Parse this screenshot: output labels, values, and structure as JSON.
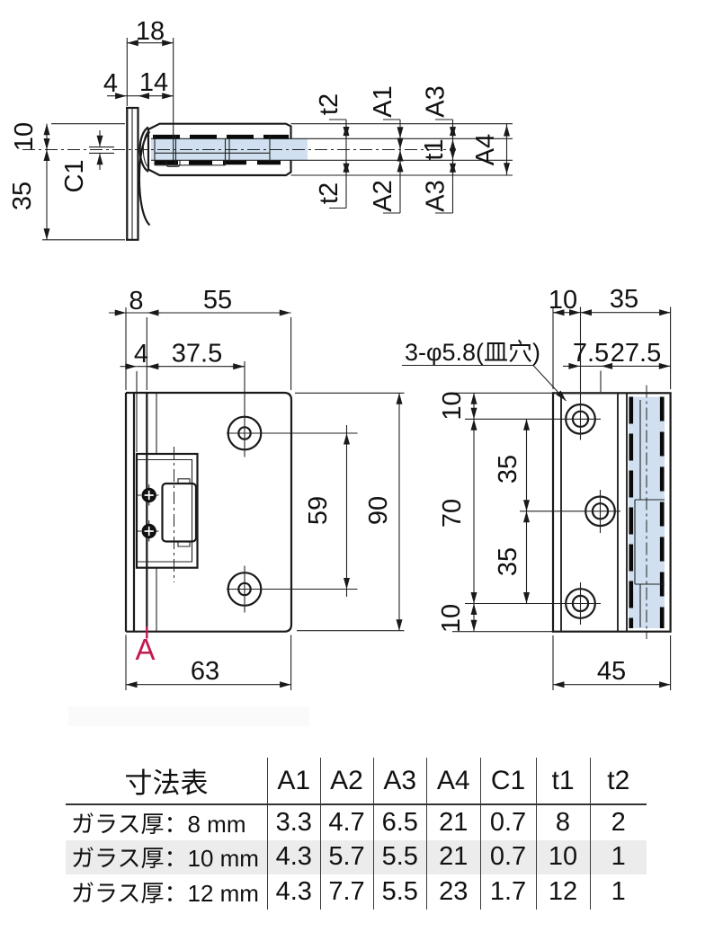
{
  "colors": {
    "line": "#1a1a1a",
    "glass": "#d0e0f0",
    "accent_red": "#c2194e",
    "row_shade": "#ececec"
  },
  "top_view": {
    "dim_18": "18",
    "dim_4": "4",
    "dim_14": "14",
    "dim_10": "10",
    "dim_35": "35",
    "dim_c1": "C1",
    "dim_t2_top": "t2",
    "dim_a1": "A1",
    "dim_a3_top": "A3",
    "dim_t1": "t1",
    "dim_a4": "A4",
    "dim_t2_bottom": "t2",
    "dim_a2": "A2",
    "dim_a3_bottom": "A3"
  },
  "front_view": {
    "dim_8": "8",
    "dim_55": "55",
    "dim_4": "4",
    "dim_37_5": "37.5",
    "dim_59": "59",
    "dim_90": "90",
    "dim_63": "63",
    "surface_label": "A"
  },
  "side_view": {
    "dim_10": "10",
    "dim_35": "35",
    "dim_7_5": "7.5",
    "dim_27_5": "27.5",
    "hole_callout": "3-φ5.8(皿穴)",
    "dim_v10_top": "10",
    "dim_v70": "70",
    "dim_v10_bottom": "10",
    "dim_v35_top": "35",
    "dim_v35_bottom": "35",
    "dim_45": "45"
  },
  "table": {
    "title": "寸法表",
    "columns": [
      "A1",
      "A2",
      "A3",
      "A4",
      "C1",
      "t1",
      "t2"
    ],
    "rows": [
      {
        "label": "ガラス厚：8 mm",
        "values": [
          "3.3",
          "4.7",
          "6.5",
          "21",
          "0.7",
          "8",
          "2"
        ],
        "shaded": false
      },
      {
        "label": "ガラス厚：10 mm",
        "values": [
          "4.3",
          "5.7",
          "5.5",
          "21",
          "0.7",
          "10",
          "1"
        ],
        "shaded": true
      },
      {
        "label": "ガラス厚：12 mm",
        "values": [
          "4.3",
          "7.7",
          "5.5",
          "23",
          "1.7",
          "12",
          "1"
        ],
        "shaded": false
      }
    ]
  }
}
